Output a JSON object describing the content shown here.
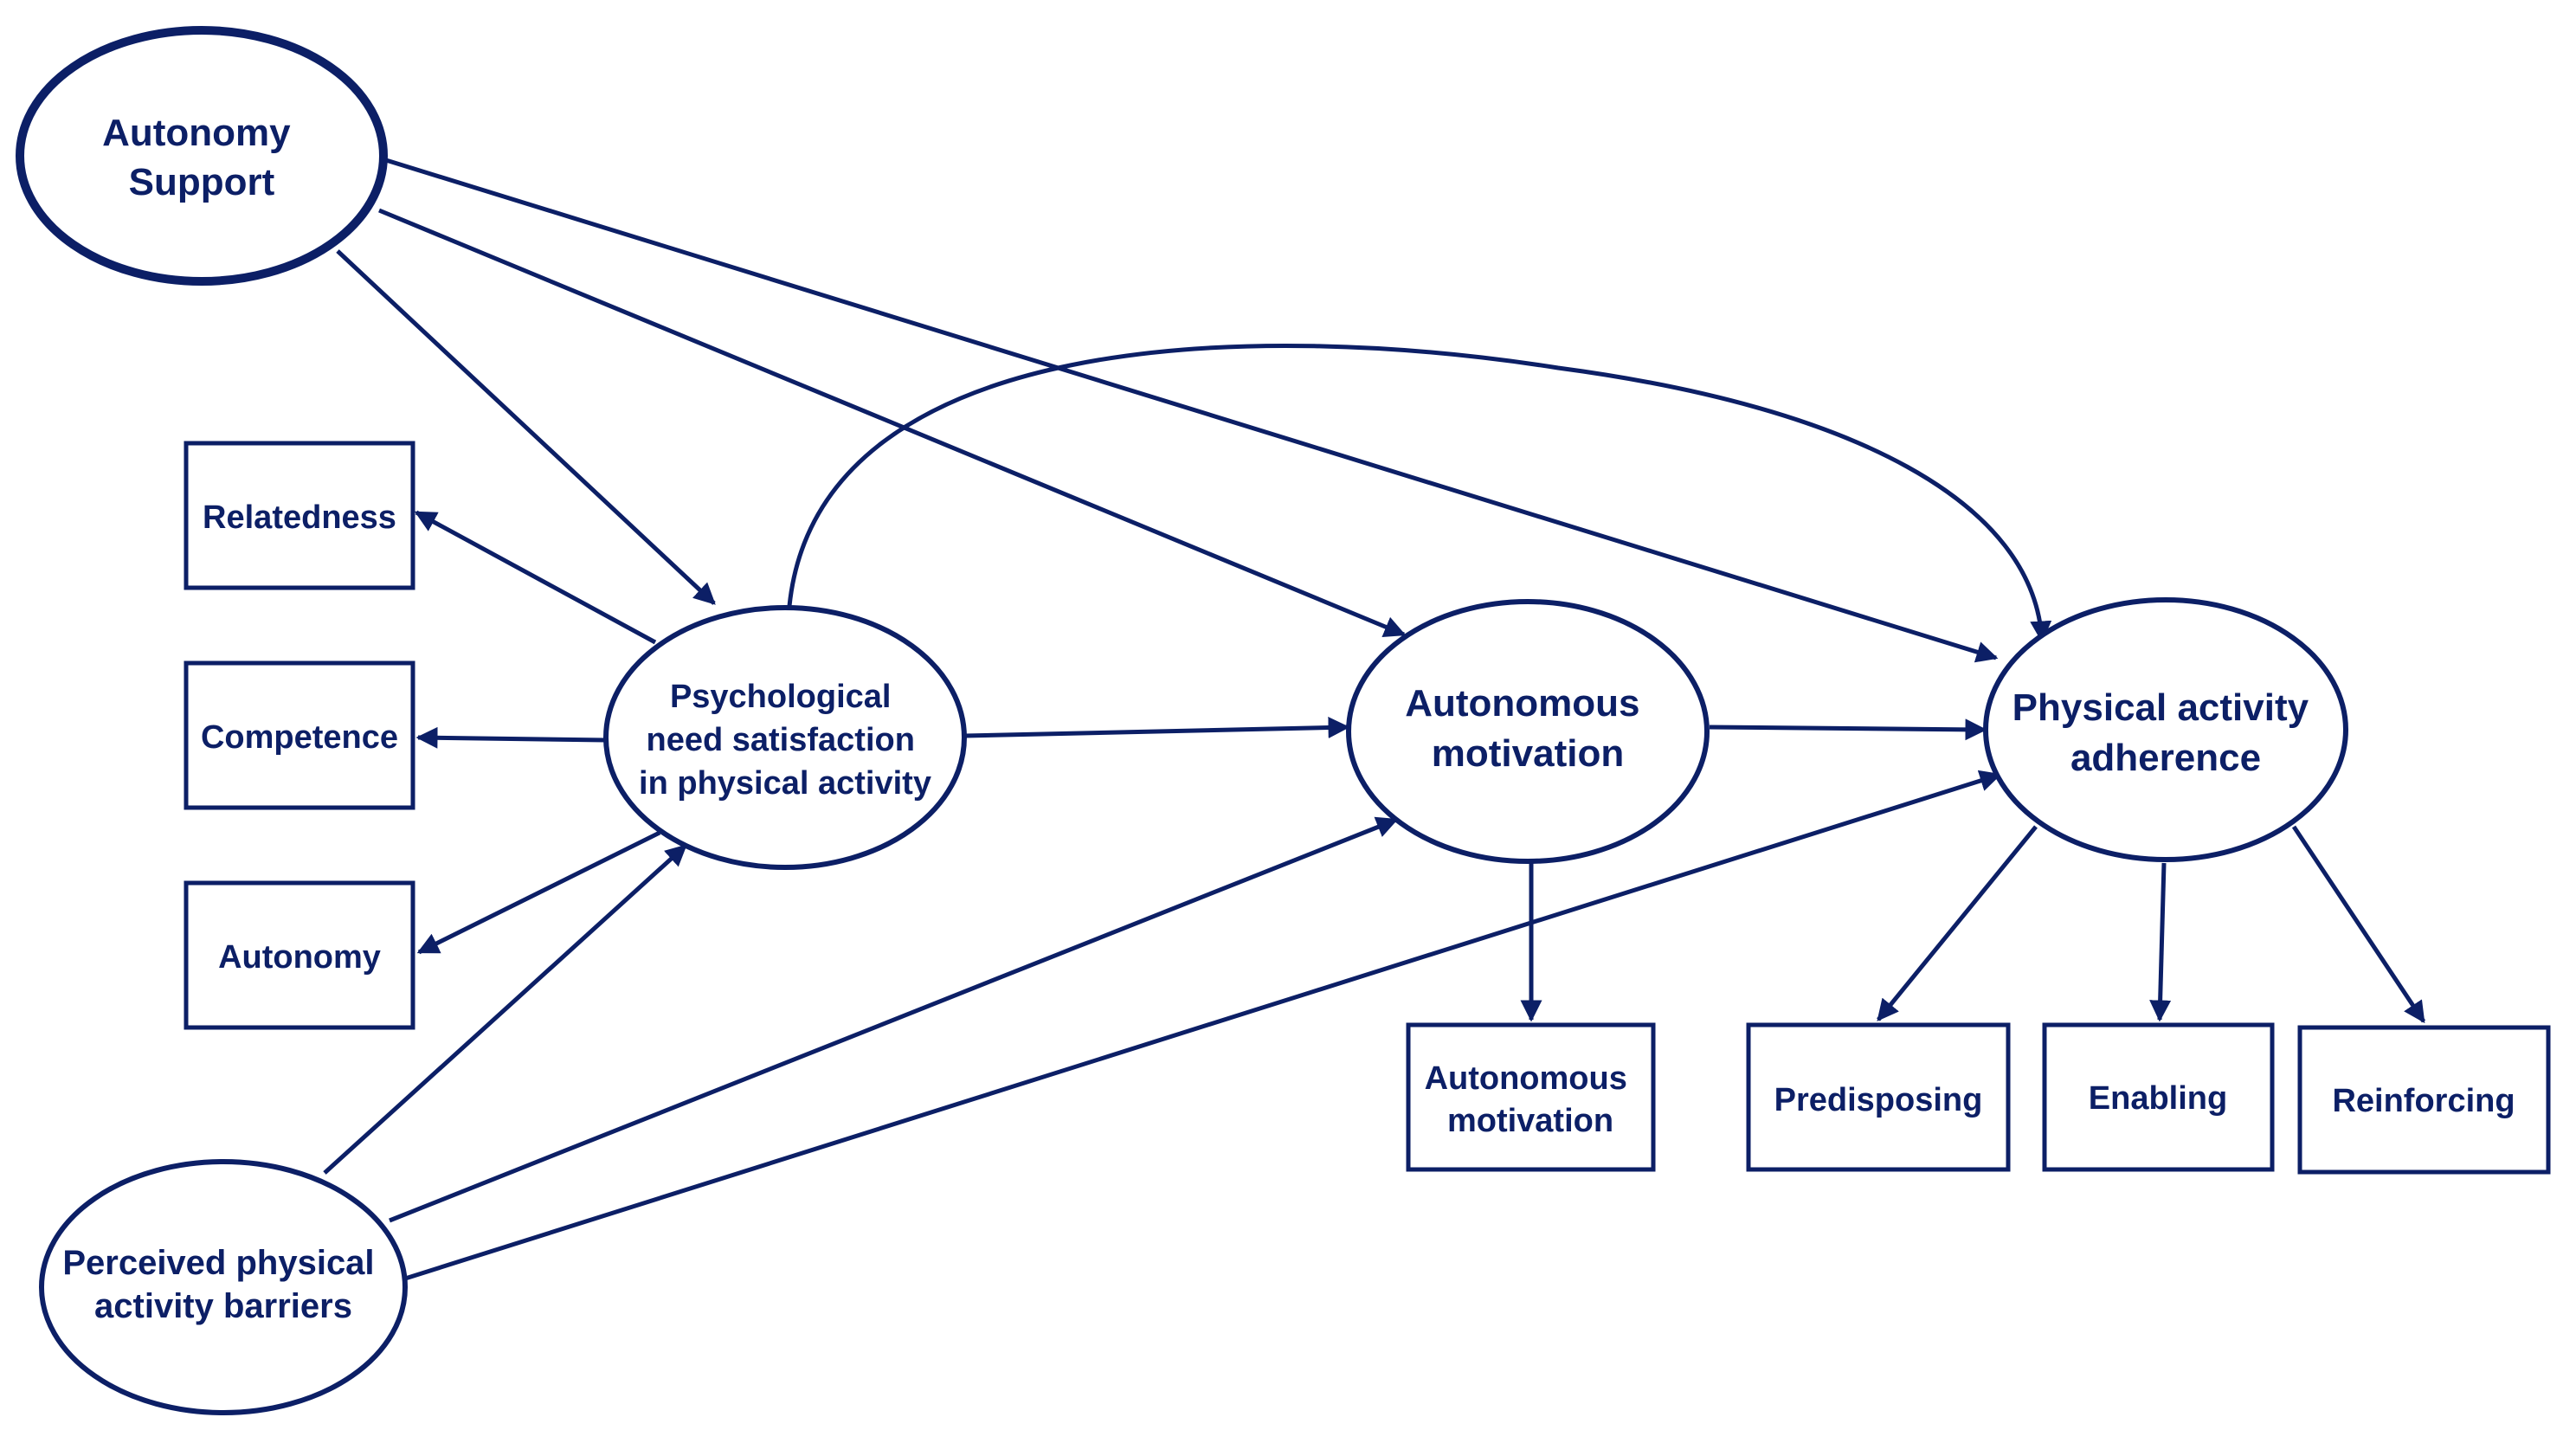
{
  "colors": {
    "ink": "#0c1f66",
    "background": "#ffffff"
  },
  "latent": {
    "autonomy_support": {
      "line1": "Autonomy",
      "line2": "Support"
    },
    "need_satisfaction": {
      "line1": "Psychological",
      "line2": "need satisfaction",
      "line3": "in physical activity"
    },
    "autonomous_motivation": {
      "line1": "Autonomous",
      "line2": "motivation"
    },
    "pa_adherence": {
      "line1": "Physical activity",
      "line2": "adherence"
    },
    "barriers": {
      "line1": "Perceived physical",
      "line2": "activity barriers"
    }
  },
  "indicators": {
    "relatedness": "Relatedness",
    "competence": "Competence",
    "autonomy": "Autonomy",
    "autonomous_motivation": {
      "line1": "Autonomous",
      "line2": "motivation"
    },
    "predisposing": "Predisposing",
    "enabling": "Enabling",
    "reinforcing": "Reinforcing"
  }
}
